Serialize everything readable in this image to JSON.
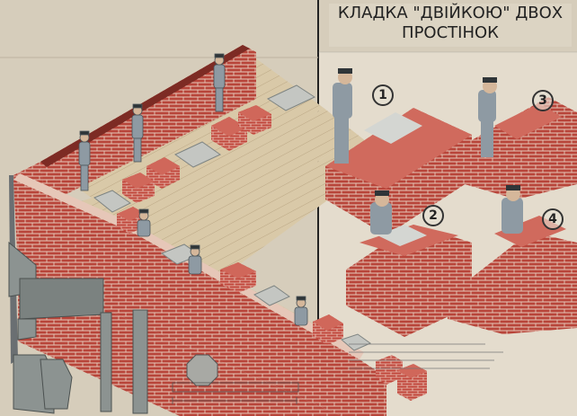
{
  "poster": {
    "title_line1": "КЛАДКА \"ДВІЙКОЮ\" ДВОХ",
    "title_line2": "ПРОСТІНОК"
  },
  "step_numbers": [
    "1",
    "2",
    "3",
    "4"
  ],
  "colors": {
    "brick": "#b8453a",
    "mortar": "#e6c7b8",
    "worker_uniform": "#8e9aa3",
    "background": "#d6cdbb",
    "title_box": "#dcd4c3"
  },
  "icons": [
    "worker",
    "brick-stack",
    "mortar-trough",
    "tool",
    "trowel"
  ]
}
